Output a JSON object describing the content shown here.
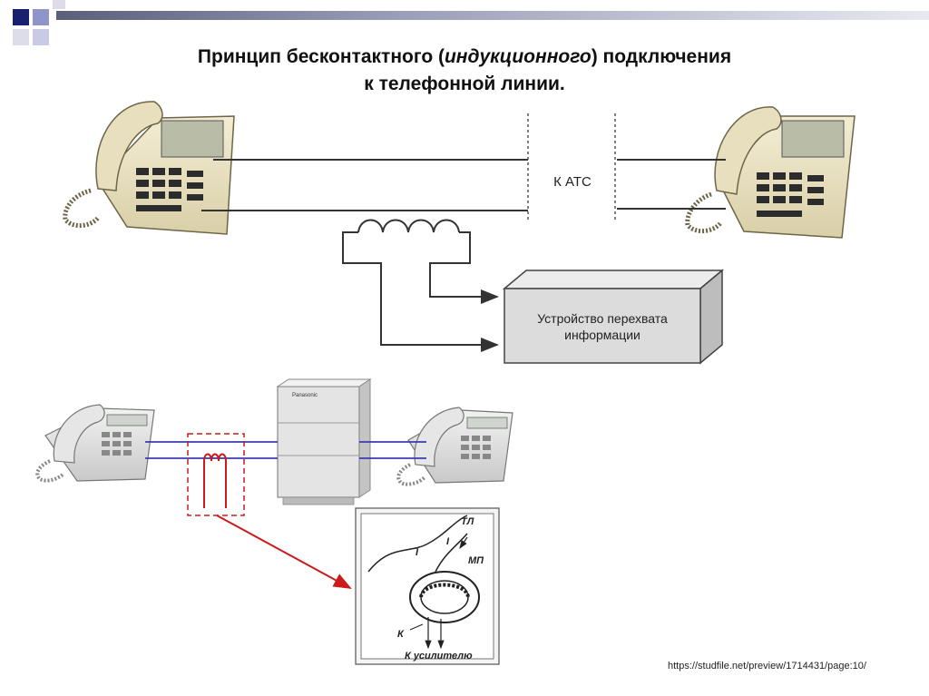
{
  "title": {
    "line1_start": "Принцип бесконтактного (",
    "line1_italic": "индукционного",
    "line1_end": ") подключения",
    "line2": "к телефонной линии."
  },
  "labels": {
    "exchange": "К АТС",
    "device_line1": "Устройство перехвата",
    "device_line2": "информации",
    "pbx_brand": "Panasonic",
    "tl": "ТЛ",
    "mp": "МП",
    "current1": "I",
    "current2": "I",
    "k": "К",
    "amplifier": "К усилителю"
  },
  "footnote": "https://studfile.net/preview/1714431/page:10/",
  "colors": {
    "line_dark": "#333333",
    "line_blue": "#3b3bb0",
    "line_red": "#cc1a1a",
    "device_fill": "#dcdcdc",
    "deco_dark": "#1a1f6e",
    "deco_mid": "#8f94c9",
    "deco_light": "#c9cbe6"
  }
}
